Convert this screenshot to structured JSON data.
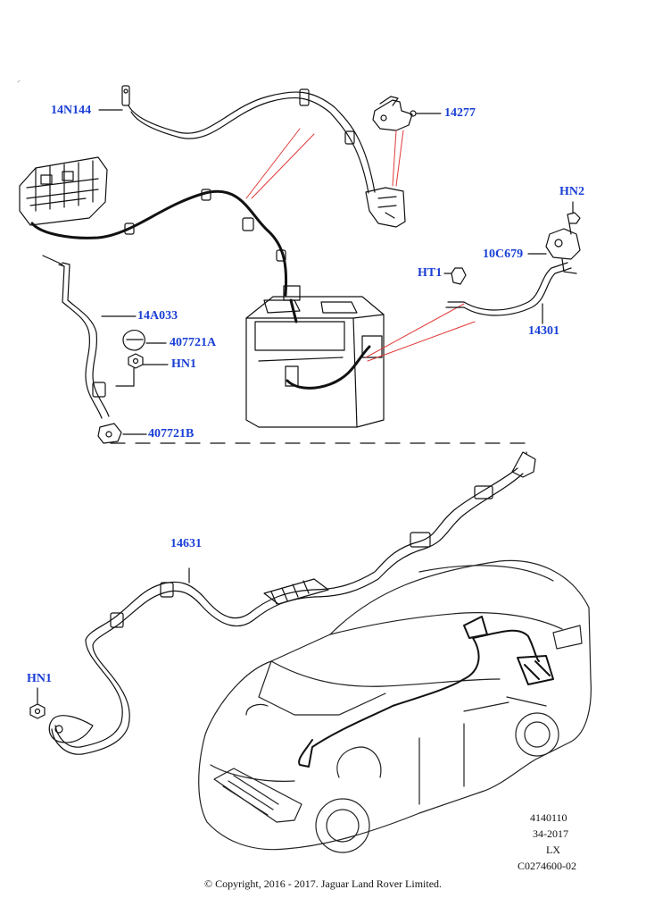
{
  "callouts": {
    "c_14N144": "14N144",
    "c_14277": "14277",
    "c_HN2": "HN2",
    "c_10C679": "10C679",
    "c_HT1": "HT1",
    "c_14A033": "14A033",
    "c_407721A": "407721A",
    "c_HN1_top": "HN1",
    "c_14301": "14301",
    "c_407721B": "407721B",
    "c_14631": "14631",
    "c_HN1_bottom": "HN1"
  },
  "reference": {
    "number": "4140110",
    "date": "34-2017",
    "variant": "LX",
    "code": "C0274600-02"
  },
  "copyright": "© Copyright, 2016 - 2017. Jaguar Land Rover Limited.",
  "colors": {
    "callout": "#1a3fd6",
    "leader_red": "#e23a3a",
    "line": "#111111"
  }
}
